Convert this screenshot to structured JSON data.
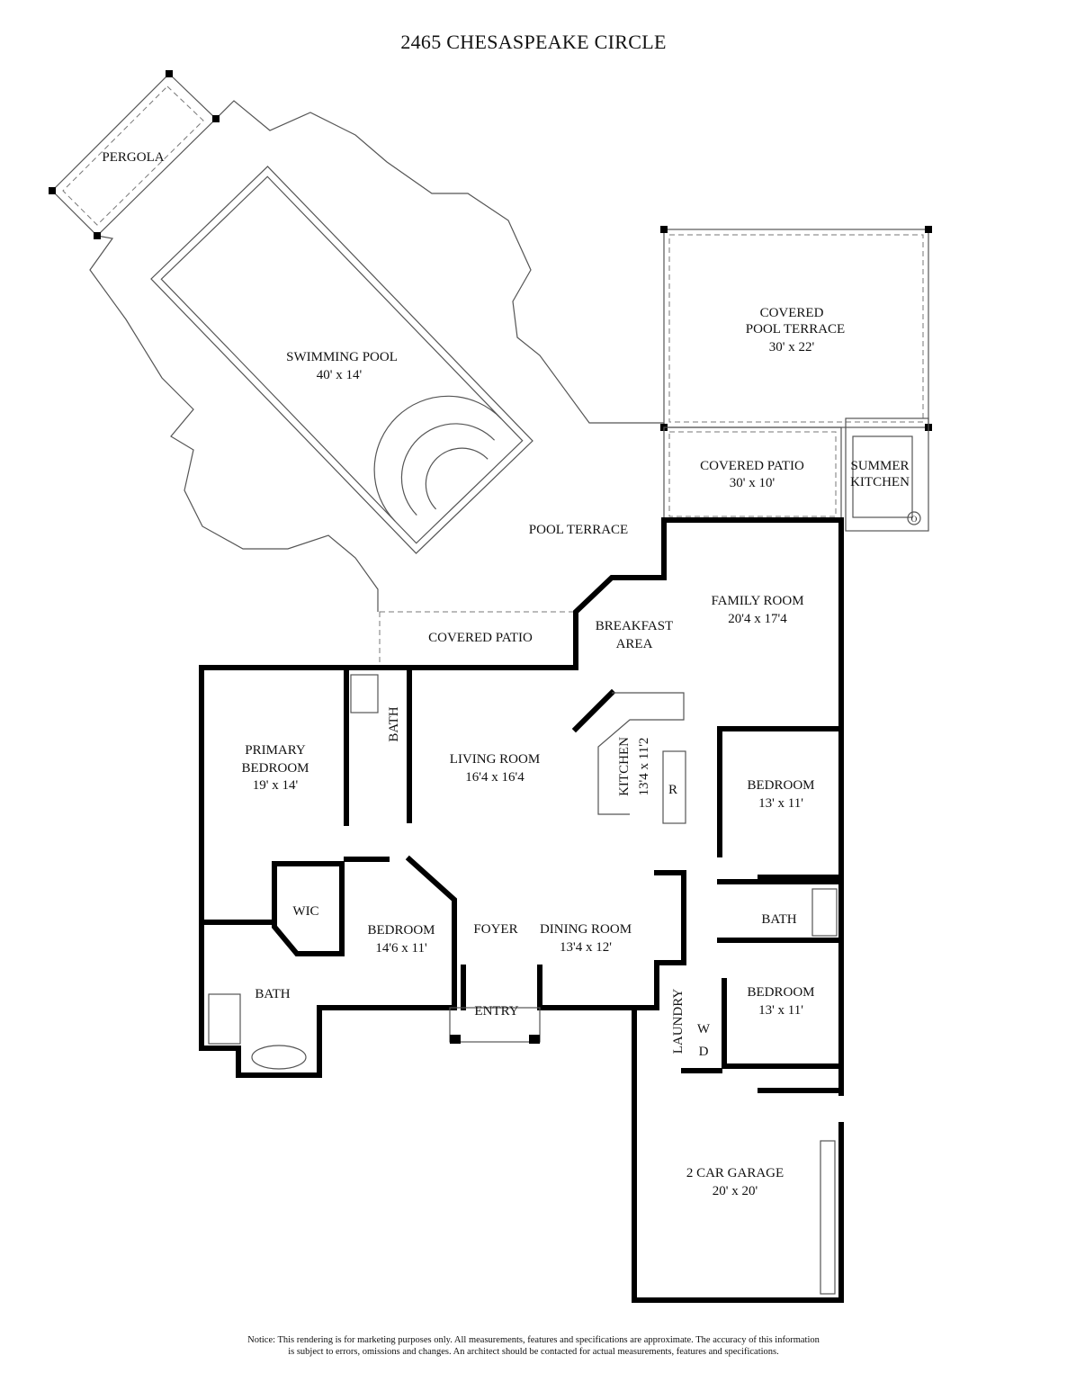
{
  "title": "2465 CHESASPEAKE CIRCLE",
  "rooms": {
    "pergola": "PERGOLA",
    "pool": {
      "name": "SWIMMING POOL",
      "size": "40' x 14'"
    },
    "covered_pool_terrace": {
      "name1": "COVERED",
      "name2": "POOL TERRACE",
      "size": "30' x 22'"
    },
    "covered_patio_east": {
      "name": "COVERED PATIO",
      "size": "30' x 10'"
    },
    "summer_kitchen": {
      "name1": "SUMMER",
      "name2": "KITCHEN"
    },
    "pool_terrace": "POOL TERRACE",
    "family_room": {
      "name": "FAMILY ROOM",
      "size": "20'4 x 17'4"
    },
    "breakfast": {
      "name1": "BREAKFAST",
      "name2": "AREA"
    },
    "covered_patio_west": "COVERED PATIO",
    "living_room": {
      "name": "LIVING ROOM",
      "size": "16'4 x 16'4"
    },
    "kitchen": {
      "name": "KITCHEN",
      "size": "13'4 x 11'2",
      "fridge": "R"
    },
    "primary_bedroom": {
      "name1": "PRIMARY",
      "name2": "BEDROOM",
      "size": "19' x 14'"
    },
    "bath_primary_top": "BATH",
    "bedroom_ne": {
      "name": "BEDROOM",
      "size": "13' x 11'"
    },
    "bath_east": "BATH",
    "wic": "WIC",
    "bedroom_sw": {
      "name": "BEDROOM",
      "size": "14'6 x 11'"
    },
    "foyer": "FOYER",
    "dining_room": {
      "name": "DINING ROOM",
      "size": "13'4 x 12'"
    },
    "bath_primary": "BATH",
    "entry": "ENTRY",
    "laundry": {
      "name": "LAUNDRY",
      "washer": "W",
      "dryer": "D"
    },
    "bedroom_se": {
      "name": "BEDROOM",
      "size": "13' x 11'"
    },
    "garage": {
      "name": "2 CAR GARAGE",
      "size": "20' x 20'"
    },
    "summer_kitchen_symbol": "O"
  },
  "notice": {
    "line1": "Notice: This rendering is for marketing purposes only. All measurements, features and specifications are approximate. The accuracy of this information",
    "line2": "is subject to errors, omissions and changes. An architect should be contacted for actual measurements, features and specifications."
  }
}
